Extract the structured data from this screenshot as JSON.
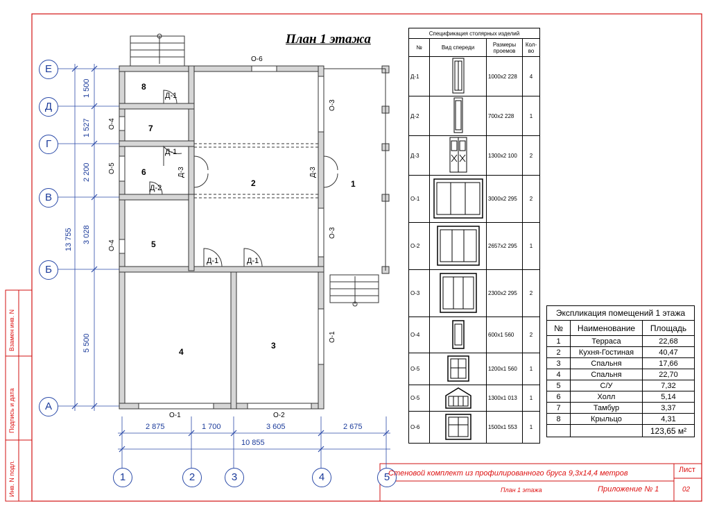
{
  "title": "План  1  этажа",
  "axes_letters": [
    "Е",
    "Д",
    "Г",
    "В",
    "Б",
    "А"
  ],
  "axes_numbers": [
    "1",
    "2",
    "3",
    "4",
    "5"
  ],
  "vertical_dims": [
    "1 500",
    "1 527",
    "2 200",
    "3 028",
    "5 500"
  ],
  "vertical_total": "13 755",
  "horizontal_dims": [
    "2 875",
    "1 700",
    "3 605",
    "2 675"
  ],
  "horizontal_total": "10 855",
  "rooms": {
    "r1": "1",
    "r2": "2",
    "r3": "3",
    "r4": "4",
    "r5": "5",
    "r6": "6",
    "r7": "7",
    "r8": "8"
  },
  "labels": {
    "d1": "Д-1",
    "d2": "Д-2",
    "d3": "Д-3",
    "o1": "О-1",
    "o2": "О-2",
    "o3": "О-3",
    "o4": "О-4",
    "o5": "О-5",
    "o6": "О-6"
  },
  "spec": {
    "title": "Спецификация столярных изделий",
    "headers": [
      "№",
      "Вид спереди",
      "Размеры проемов",
      "Кол-во"
    ],
    "rows": [
      {
        "id": "Д-1",
        "size": "1000х2 228",
        "qty": "4"
      },
      {
        "id": "Д-2",
        "size": "700х2 228",
        "qty": "1"
      },
      {
        "id": "Д-3",
        "size": "1300х2 100",
        "qty": "2"
      },
      {
        "id": "О-1",
        "size": "3000х2 295",
        "qty": "2"
      },
      {
        "id": "О-2",
        "size": "2657х2 295",
        "qty": "1"
      },
      {
        "id": "О-3",
        "size": "2300х2 295",
        "qty": "2"
      },
      {
        "id": "О-4",
        "size": "600х1 560",
        "qty": "2"
      },
      {
        "id": "О-5",
        "size": "1200х1 560",
        "qty": "1"
      },
      {
        "id": "О-5",
        "size": "1300х1 013",
        "qty": "1"
      },
      {
        "id": "О-6",
        "size": "1500х1 553",
        "qty": "1"
      }
    ]
  },
  "explication": {
    "title": "Экспликация помещений 1 этажа",
    "headers": [
      "№",
      "Наименование",
      "Площадь"
    ],
    "rows": [
      {
        "n": "1",
        "name": "Терраса",
        "area": "22,68"
      },
      {
        "n": "2",
        "name": "Кухня-Гостиная",
        "area": "40,47"
      },
      {
        "n": "3",
        "name": "Спальня",
        "area": "17,66"
      },
      {
        "n": "4",
        "name": "Спальня",
        "area": "22,70"
      },
      {
        "n": "5",
        "name": "С/У",
        "area": "7,32"
      },
      {
        "n": "6",
        "name": "Холл",
        "area": "5,14"
      },
      {
        "n": "7",
        "name": "Тамбур",
        "area": "3,37"
      },
      {
        "n": "8",
        "name": "Крыльцо",
        "area": "4,31"
      }
    ],
    "total": "123,65 м²"
  },
  "stamp": {
    "project": "Стеновой комплект из профилированного бруса 9,3х14,4 метров",
    "sheet_name": "План 1 этажа",
    "appendix": "Приложение № 1",
    "sheet_label": "Лист",
    "sheet_number": "02"
  },
  "side": {
    "s1": "Взамен инв. N",
    "s2": "Подпись и дата",
    "s3": "Инв. N подл."
  },
  "colors": {
    "frame": "#d11111",
    "dim": "#2a4aa8",
    "wall": "#c9c9c9"
  }
}
